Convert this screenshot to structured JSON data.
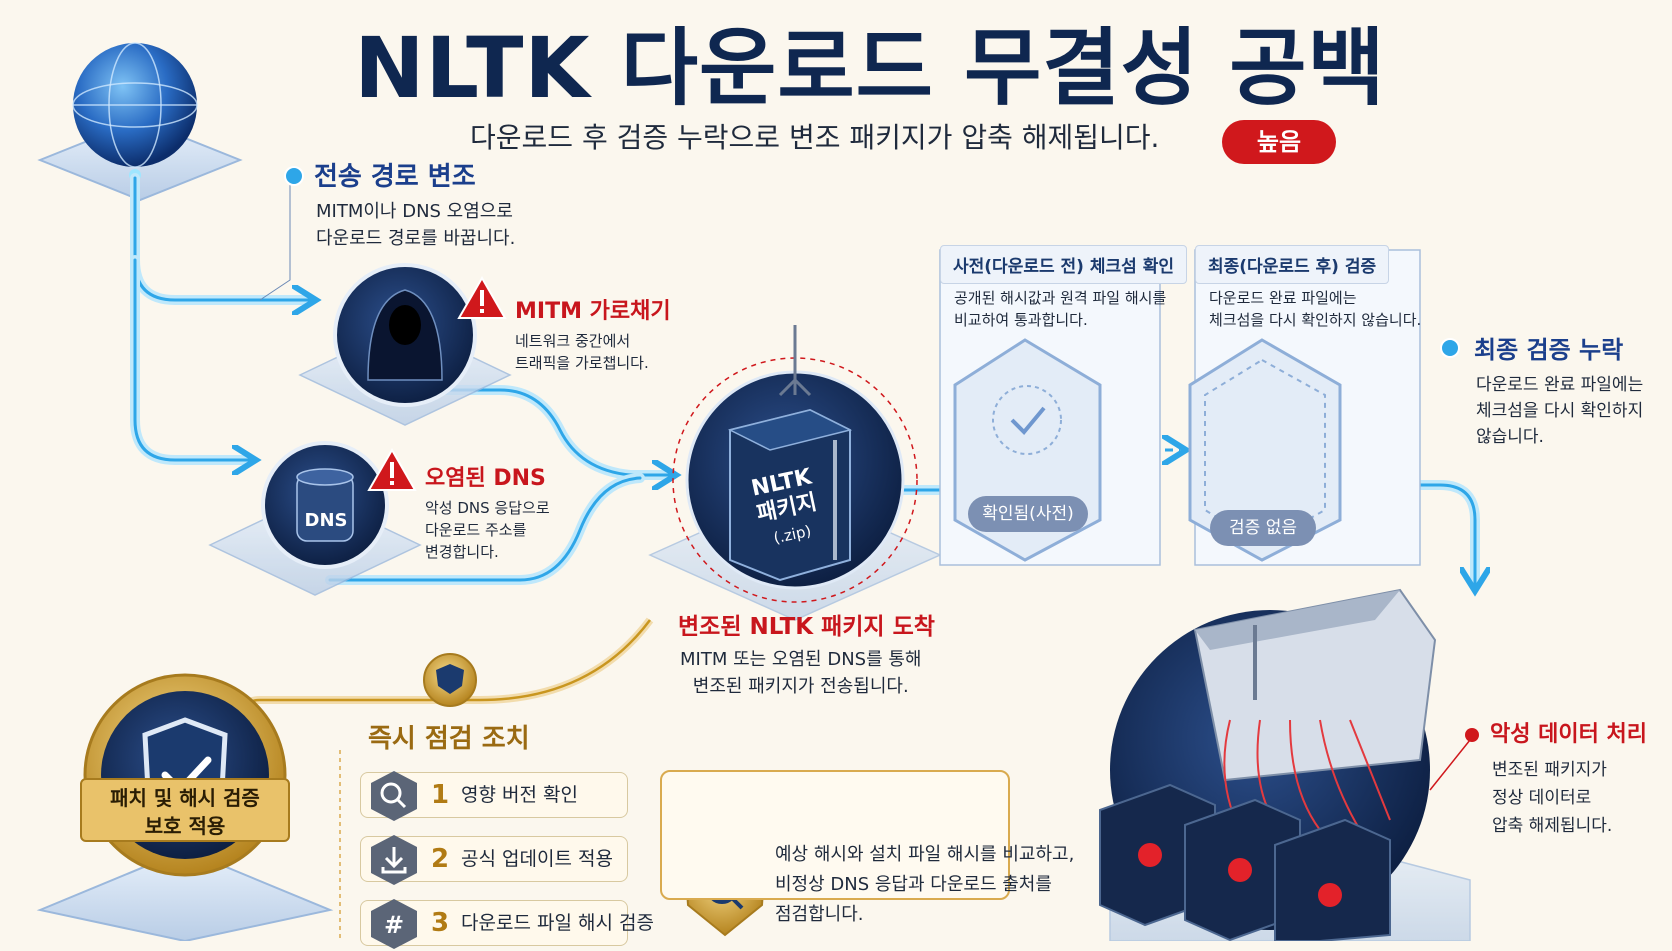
{
  "title": "NLTK 다운로드 무결성 공백",
  "subtitle": "다운로드 후 검증 누락으로 변조 패키지가 압축 해제됩니다.",
  "severity_badge": "높음",
  "colors": {
    "navy": "#0f2750",
    "alert_red": "#d0181c",
    "flow_blue": "#39b6f0",
    "gold": "#c9961f",
    "badge_bg": "#d0181c"
  },
  "transport": {
    "heading": "전송 경로 변조",
    "text": "MITM이나 DNS 오염으로\n다운로드 경로를 바꿉니다."
  },
  "mitm": {
    "heading": "MITM 가로채기",
    "text": "네트워크 중간에서\n트래픽을 가로챕니다."
  },
  "dns": {
    "heading": "오염된 DNS",
    "text": "악성 DNS 응답으로\n다운로드 주소를\n변경합니다.",
    "icon_text": "DNS"
  },
  "package": {
    "box_line1": "NLTK",
    "box_line2": "패키지",
    "box_line3": "(.zip)",
    "heading": "변조된 NLTK 패키지 도착",
    "text": "MITM 또는 오염된 DNS를 통해\n변조된 패키지가 전송됩니다."
  },
  "precheck": {
    "label": "사전(다운로드 전) 체크섬 확인",
    "text": "공개된 해시값과 원격 파일 해시를\n비교하여 통과합니다.",
    "status": "확인됨(사전)"
  },
  "postcheck": {
    "label": "최종(다운로드 후) 검증",
    "text": "다운로드 완료 파일에는\n체크섬을 다시 확인하지 않습니다.",
    "status": "검증 없음"
  },
  "final_missing": {
    "heading": "최종 검증 누락",
    "text": "다운로드 완료 파일에는\n체크섬을 다시 확인하지\n않습니다."
  },
  "malicious": {
    "heading": "악성 데이터 처리",
    "text": "변조된 패키지가\n정상 데이터로\n압축 해제됩니다."
  },
  "actions": {
    "heading": "즉시 점검 조치",
    "steps": [
      {
        "num": "1",
        "label": "영향 버전 확인",
        "icon": "search-icon"
      },
      {
        "num": "2",
        "label": "공식 업데이트 적용",
        "icon": "download-icon"
      },
      {
        "num": "3",
        "label": "다운로드 파일 해시 검증",
        "icon": "hash-icon"
      }
    ]
  },
  "protection": {
    "label": "패치 및 해시 검증\n보호 적용"
  },
  "inspection": {
    "text": "예상 해시와 설치 파일 해시를 비교하고,\n비정상 DNS 응답과 다운로드 출처를\n점검합니다."
  }
}
